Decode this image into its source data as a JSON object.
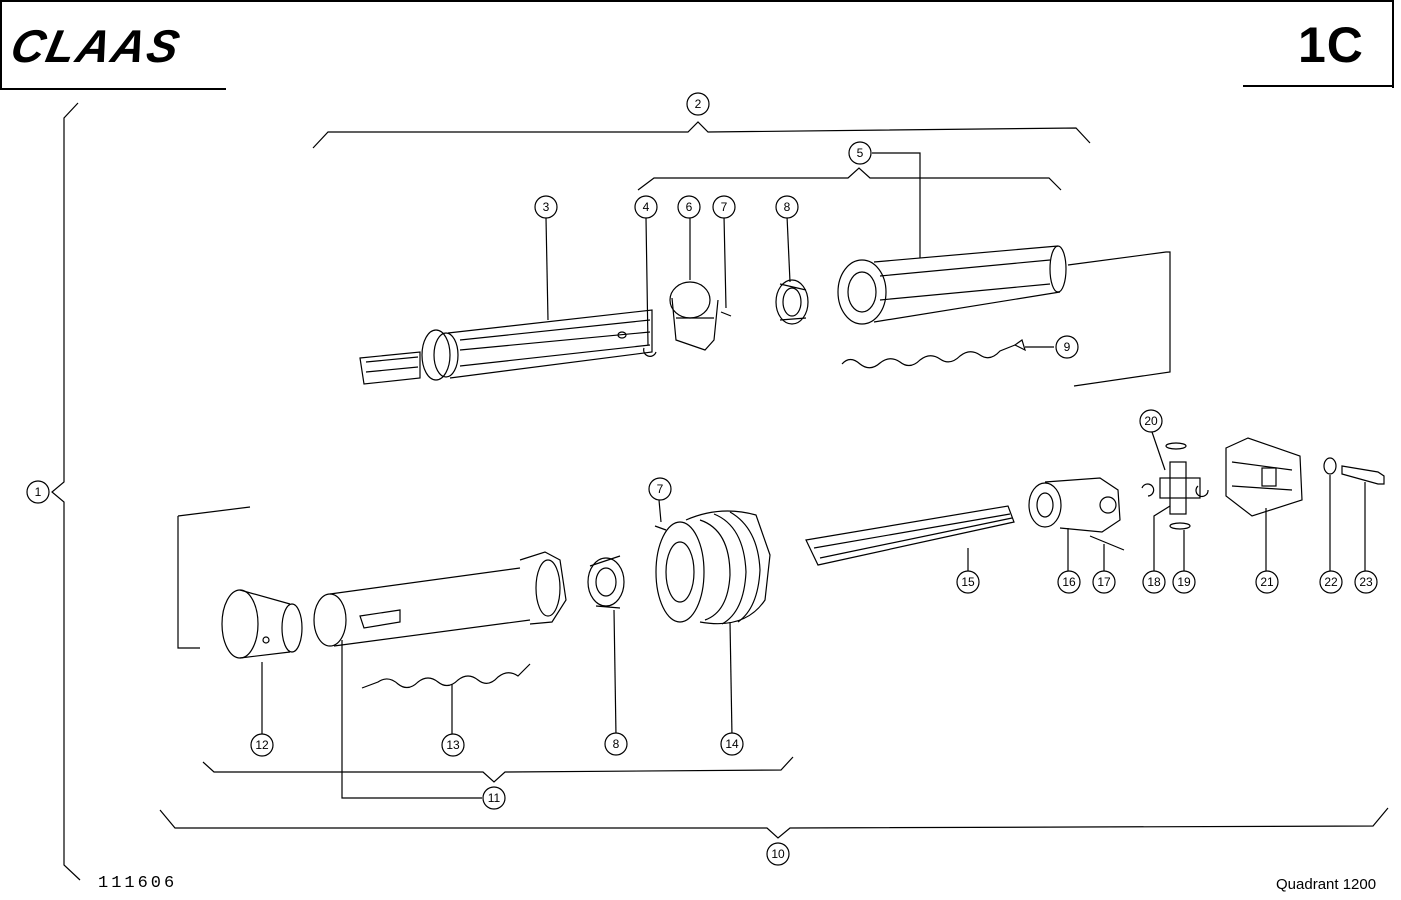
{
  "header": {
    "brand": "CLAAS",
    "page_code": "1C"
  },
  "footer": {
    "drawing_number": "111606",
    "model_name": "Quadrant 1200"
  },
  "callouts": [
    {
      "id": "c1",
      "label": "1"
    },
    {
      "id": "c2",
      "label": "2"
    },
    {
      "id": "c3",
      "label": "3"
    },
    {
      "id": "c4",
      "label": "4"
    },
    {
      "id": "c5",
      "label": "5"
    },
    {
      "id": "c6",
      "label": "6"
    },
    {
      "id": "c7a",
      "label": "7"
    },
    {
      "id": "c8a",
      "label": "8"
    },
    {
      "id": "c9",
      "label": "9"
    },
    {
      "id": "c7b",
      "label": "7"
    },
    {
      "id": "c8b",
      "label": "8"
    },
    {
      "id": "c10",
      "label": "10"
    },
    {
      "id": "c11",
      "label": "11"
    },
    {
      "id": "c12",
      "label": "12"
    },
    {
      "id": "c13",
      "label": "13"
    },
    {
      "id": "c14",
      "label": "14"
    },
    {
      "id": "c15",
      "label": "15"
    },
    {
      "id": "c16",
      "label": "16"
    },
    {
      "id": "c17",
      "label": "17"
    },
    {
      "id": "c18",
      "label": "18"
    },
    {
      "id": "c19",
      "label": "19"
    },
    {
      "id": "c20",
      "label": "20"
    },
    {
      "id": "c21",
      "label": "21"
    },
    {
      "id": "c22",
      "label": "22"
    },
    {
      "id": "c23",
      "label": "23"
    }
  ]
}
